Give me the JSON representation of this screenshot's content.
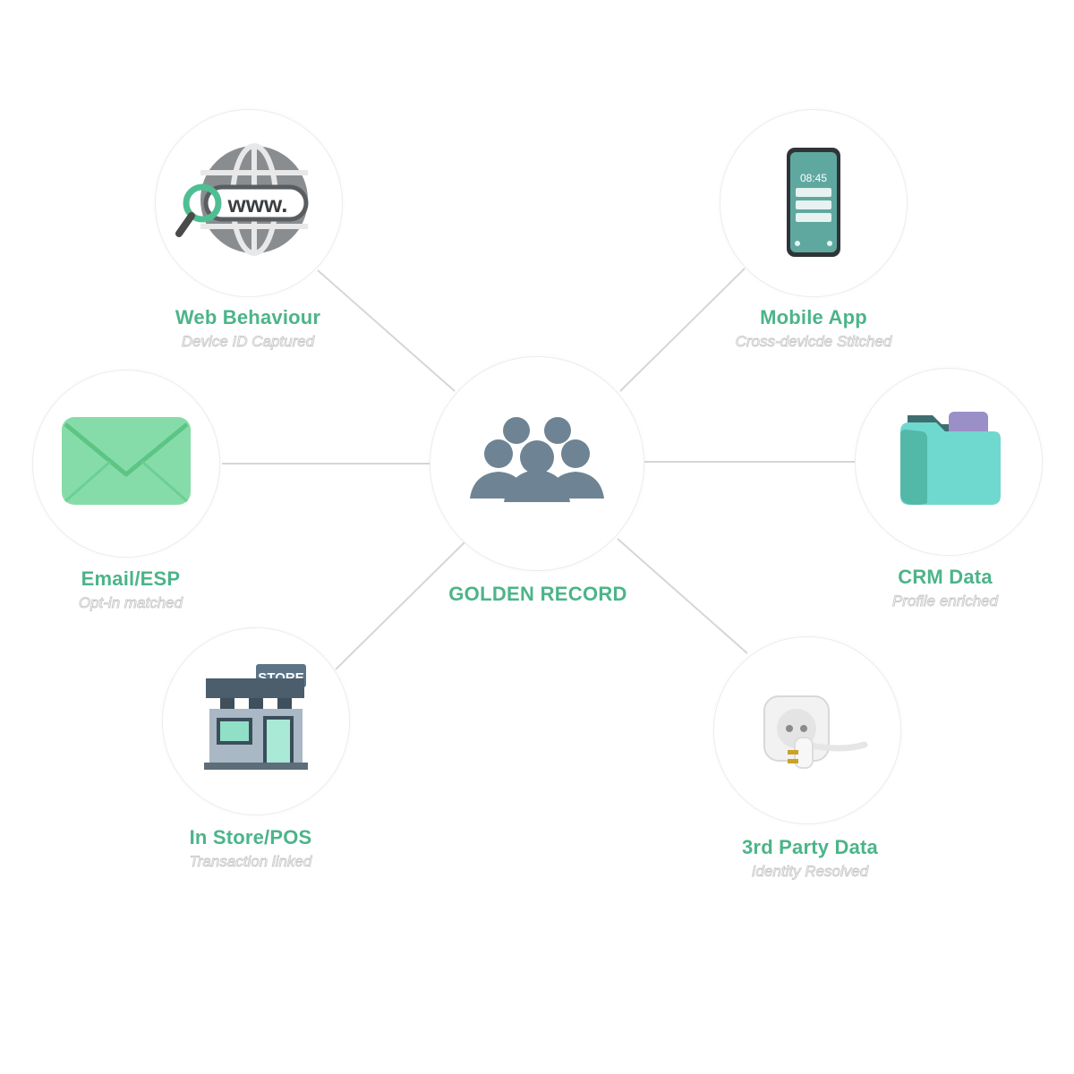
{
  "center": {
    "title": "GOLDEN RECORD",
    "icon": "group-people-icon"
  },
  "sources": {
    "web": {
      "title": "Web Behaviour",
      "subtitle": "Device ID Captured",
      "icon": "globe-www-icon"
    },
    "mobile": {
      "title": "Mobile App",
      "subtitle": "Cross-devicde Stitched",
      "icon": "smartphone-icon",
      "phone_time": "08:45"
    },
    "email": {
      "title": "Email/ESP",
      "subtitle": "Opt-in matched",
      "icon": "envelope-icon"
    },
    "crm": {
      "title": "CRM Data",
      "subtitle": "Profile enriched",
      "icon": "folder-icon"
    },
    "store": {
      "title": "In Store/POS",
      "subtitle": "Transaction linked",
      "icon": "storefront-icon",
      "sign": "STORE"
    },
    "third": {
      "title": "3rd Party Data",
      "subtitle": "Identity Resolved",
      "icon": "power-plug-icon"
    }
  },
  "colors": {
    "accent": "#4cb48a",
    "people": "#6e8494",
    "mint": "#7fdcb0"
  }
}
